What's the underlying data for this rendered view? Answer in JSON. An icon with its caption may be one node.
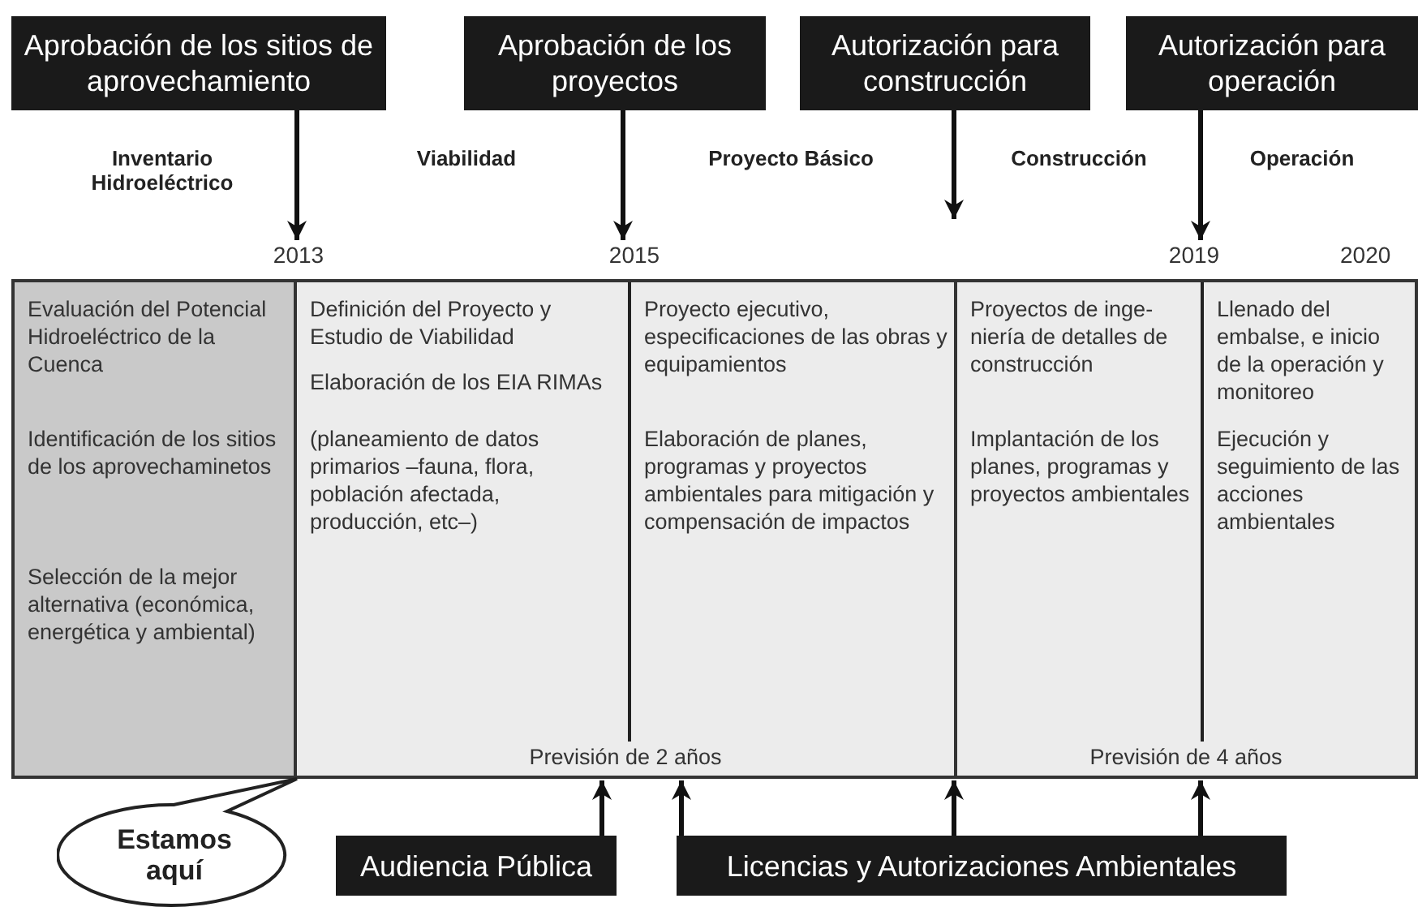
{
  "diagram": {
    "nodes": [
      {
        "text": [
          "Aprobación de los sitios de aprovechamiento"
        ]
      },
      {
        "text": [
          "Aprobación de los proyectos"
        ]
      },
      {
        "text": [
          "Autorización para construcción"
        ]
      },
      {
        "text": [
          "Autorización para operación"
        ]
      },
      {
        "text": [
          "Evaluación del Potencial Hidroeléctrico de la Cuenca",
          "Identificación de los sitios de los aprovechaminetos",
          "Selección de la mejor alternativa (económica, energética y ambiental)"
        ]
      },
      {
        "text": [
          "Previsión de 2 años"
        ]
      },
      {
        "text": [
          "Definición del Proyecto y Estudio de Viabilidad",
          "Elaboración de los EIA RIMAs",
          "(planeamiento de datos primarios –fauna, flora, población afectada, producción, etc–)"
        ],
        "in": 5
      },
      {
        "text": [
          "Proyecto ejecutivo, especificaciones de las obras y equipamientos",
          "Elaboración de planes, programas y proyectos ambientales para mitigación y compensación de impactos"
        ],
        "in": 5
      },
      {
        "text": [
          "Previsión de 4 años"
        ]
      },
      {
        "text": [
          "Proyectos de inge- niería de detalles de construcción",
          "Implantación de los planes, programas y proyectos ambientales"
        ],
        "in": 8
      },
      {
        "text": [
          "Llenado del embalse, e inicio de la operación y monitoreo",
          "Ejecución y seguimiento de las acciones ambientales"
        ],
        "in": 8
      },
      {
        "text": [
          "Audiencia Pública"
        ]
      },
      {
        "text": [
          "Licencias y Autorizaciones Ambientales"
        ]
      },
      {
        "text": [
          "Estamos aquí"
        ]
      },
      {
        "text": [
          "2013"
        ]
      },
      {
        "text": [
          "2015"
        ]
      },
      {
        "text": [
          "2019"
        ]
      }
    ],
    "edges": [
      {
        "from": 0,
        "to": 14,
        "arrow": "to"
      },
      {
        "from": 1,
        "to": 15,
        "arrow": "to"
      },
      {
        "from": 2,
        "to": null,
        "arrow": "to"
      },
      {
        "from": 3,
        "to": 16,
        "arrow": "to"
      },
      {
        "from": 11,
        "to": 5,
        "arrow": "to"
      },
      {
        "from": 12,
        "to": 5,
        "arrow": "to"
      },
      {
        "from": 12,
        "to": 8,
        "arrow": "to"
      },
      {
        "from": 12,
        "to": 8,
        "arrow": "to"
      }
    ],
    "labels": [
      "Inventario Hidroeléctrico",
      "Viabilidad",
      "Proyecto Básico",
      "Construcción",
      "Operación",
      "2020"
    ]
  }
}
